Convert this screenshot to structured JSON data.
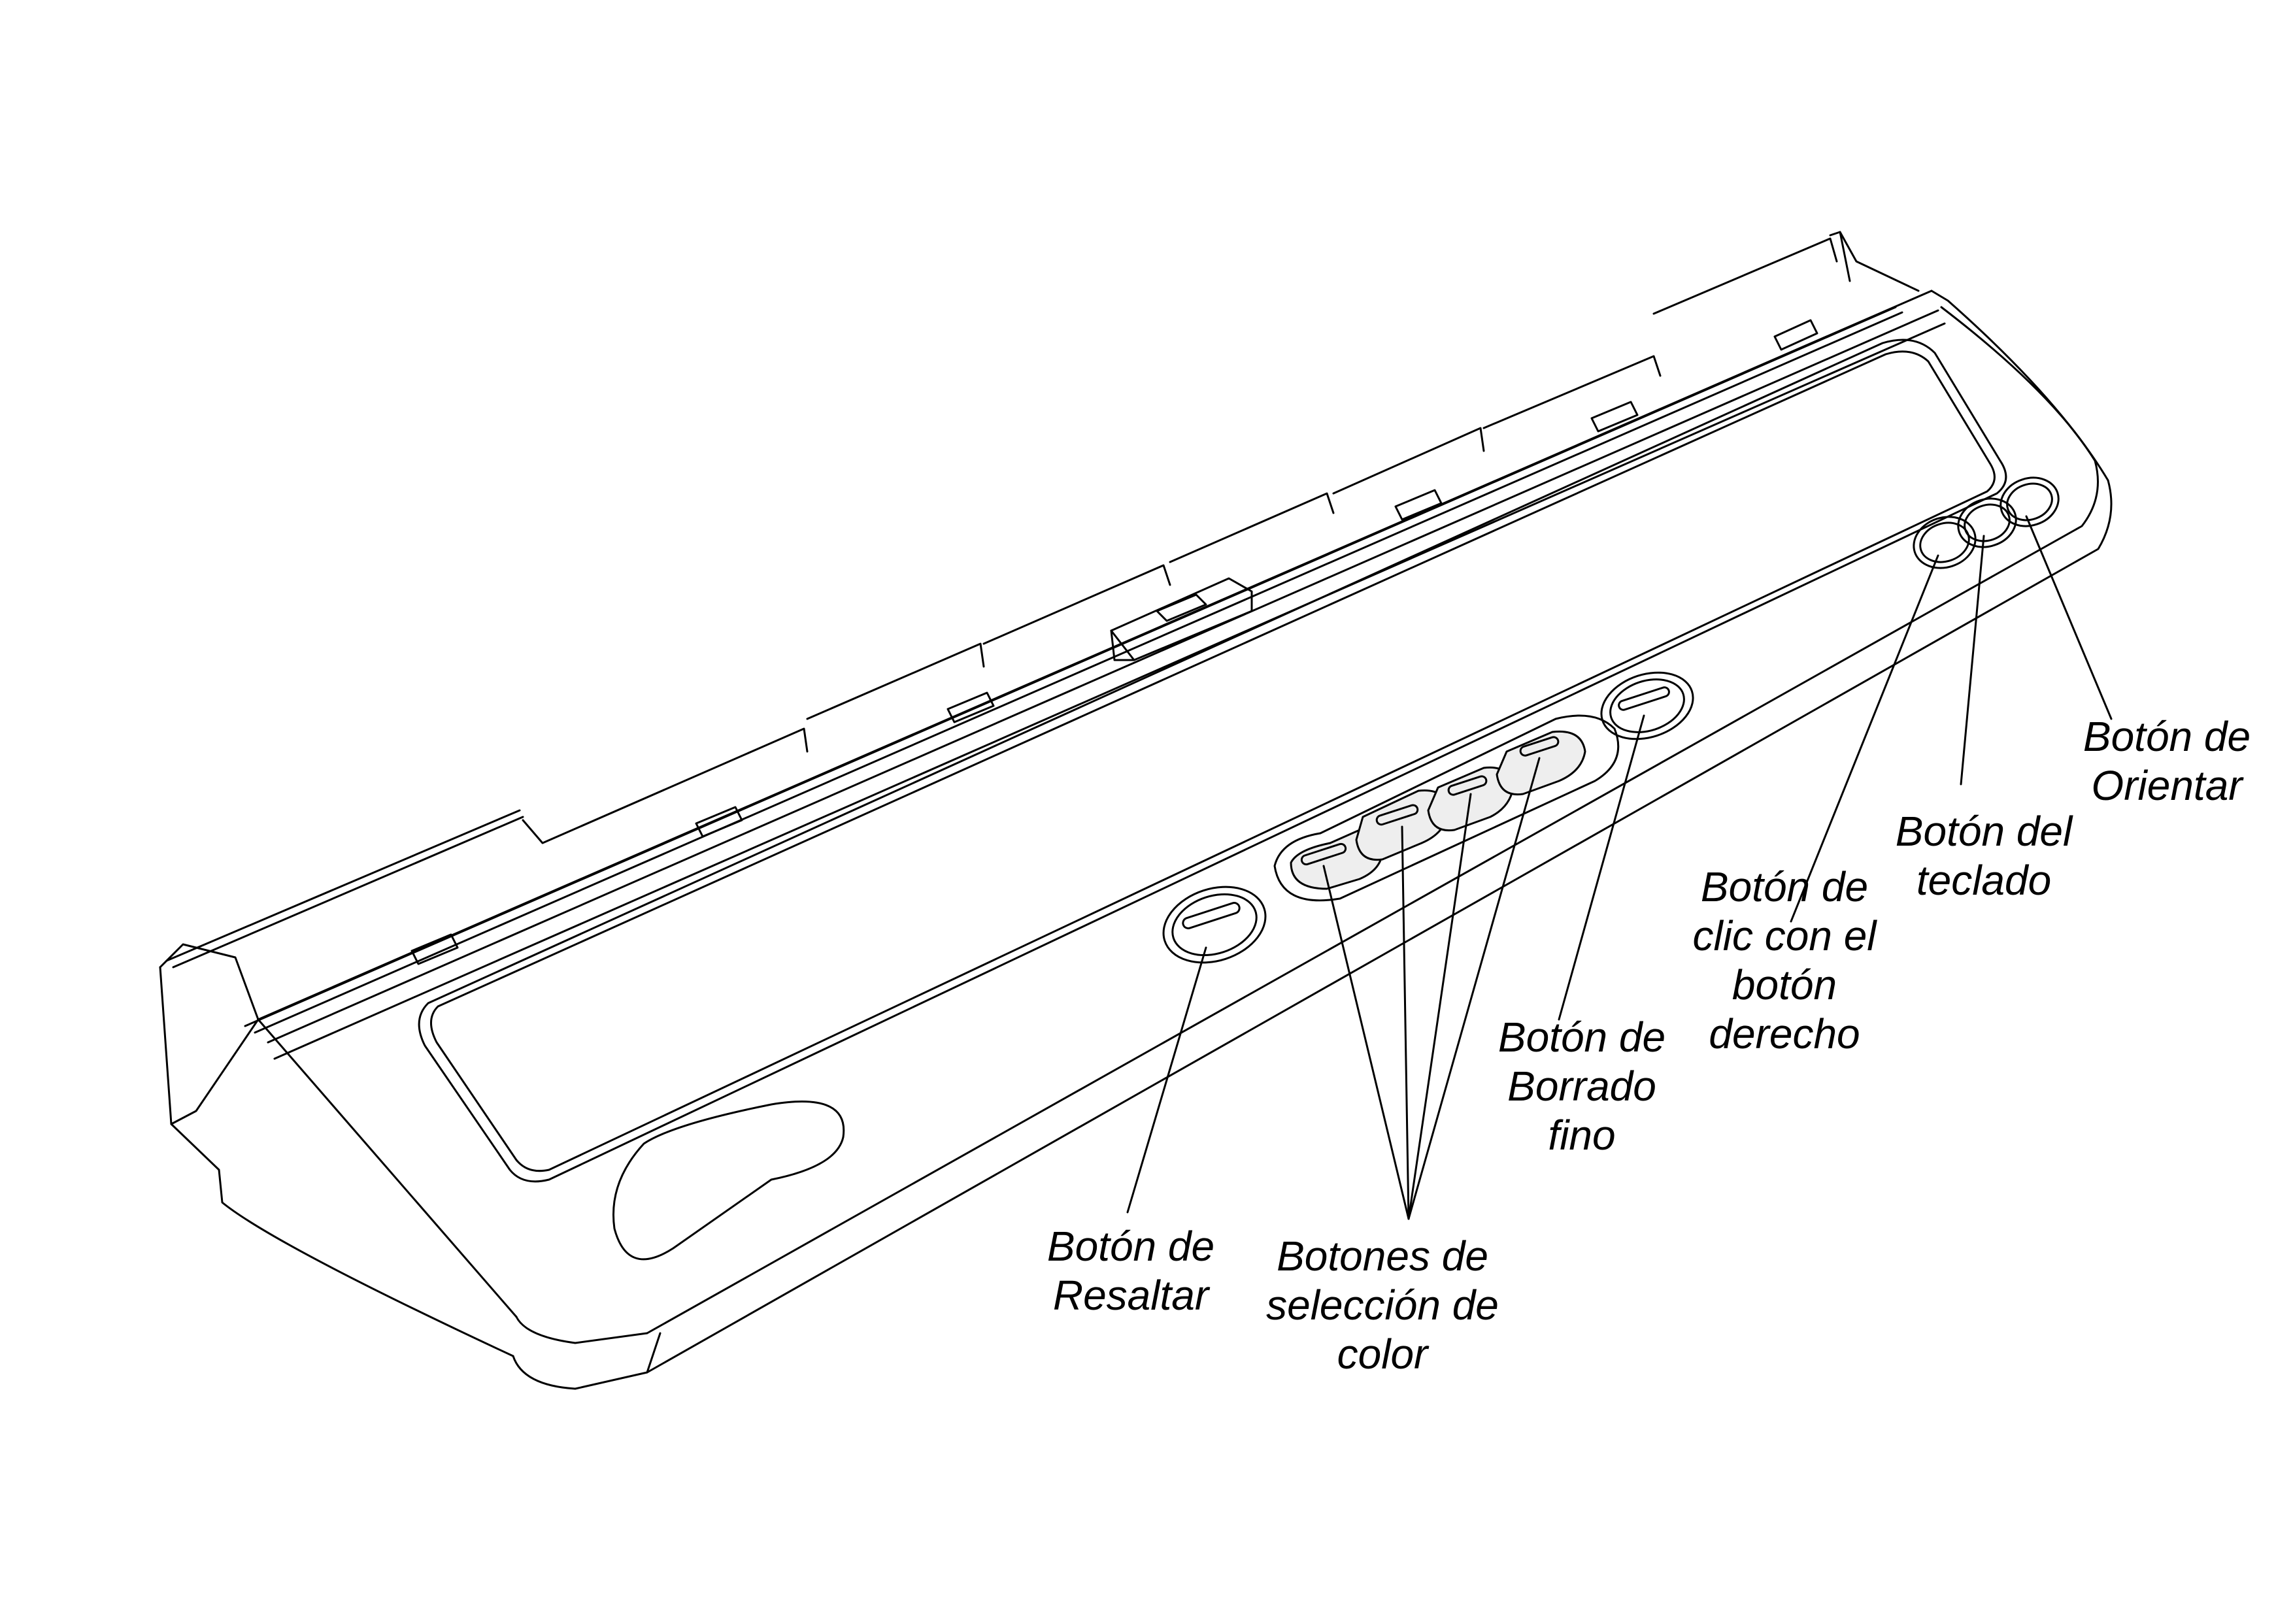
{
  "callouts": {
    "highlight": {
      "lines": [
        "Botón de",
        "Resaltar"
      ]
    },
    "color_select": {
      "lines": [
        "Botones de",
        "selección de",
        "color"
      ]
    },
    "fine_erase": {
      "lines": [
        "Botón de",
        "Borrado",
        "fino"
      ]
    },
    "right_click": {
      "lines": [
        "Botón de",
        "clic con el",
        "botón",
        "derecho"
      ]
    },
    "keyboard": {
      "lines": [
        "Botón del",
        "teclado"
      ]
    },
    "orient": {
      "lines": [
        "Botón de",
        "Orientar"
      ]
    }
  },
  "colors": {
    "stroke": "#000000",
    "surface": "#ffffff",
    "button_fill": "#eeeeee"
  }
}
